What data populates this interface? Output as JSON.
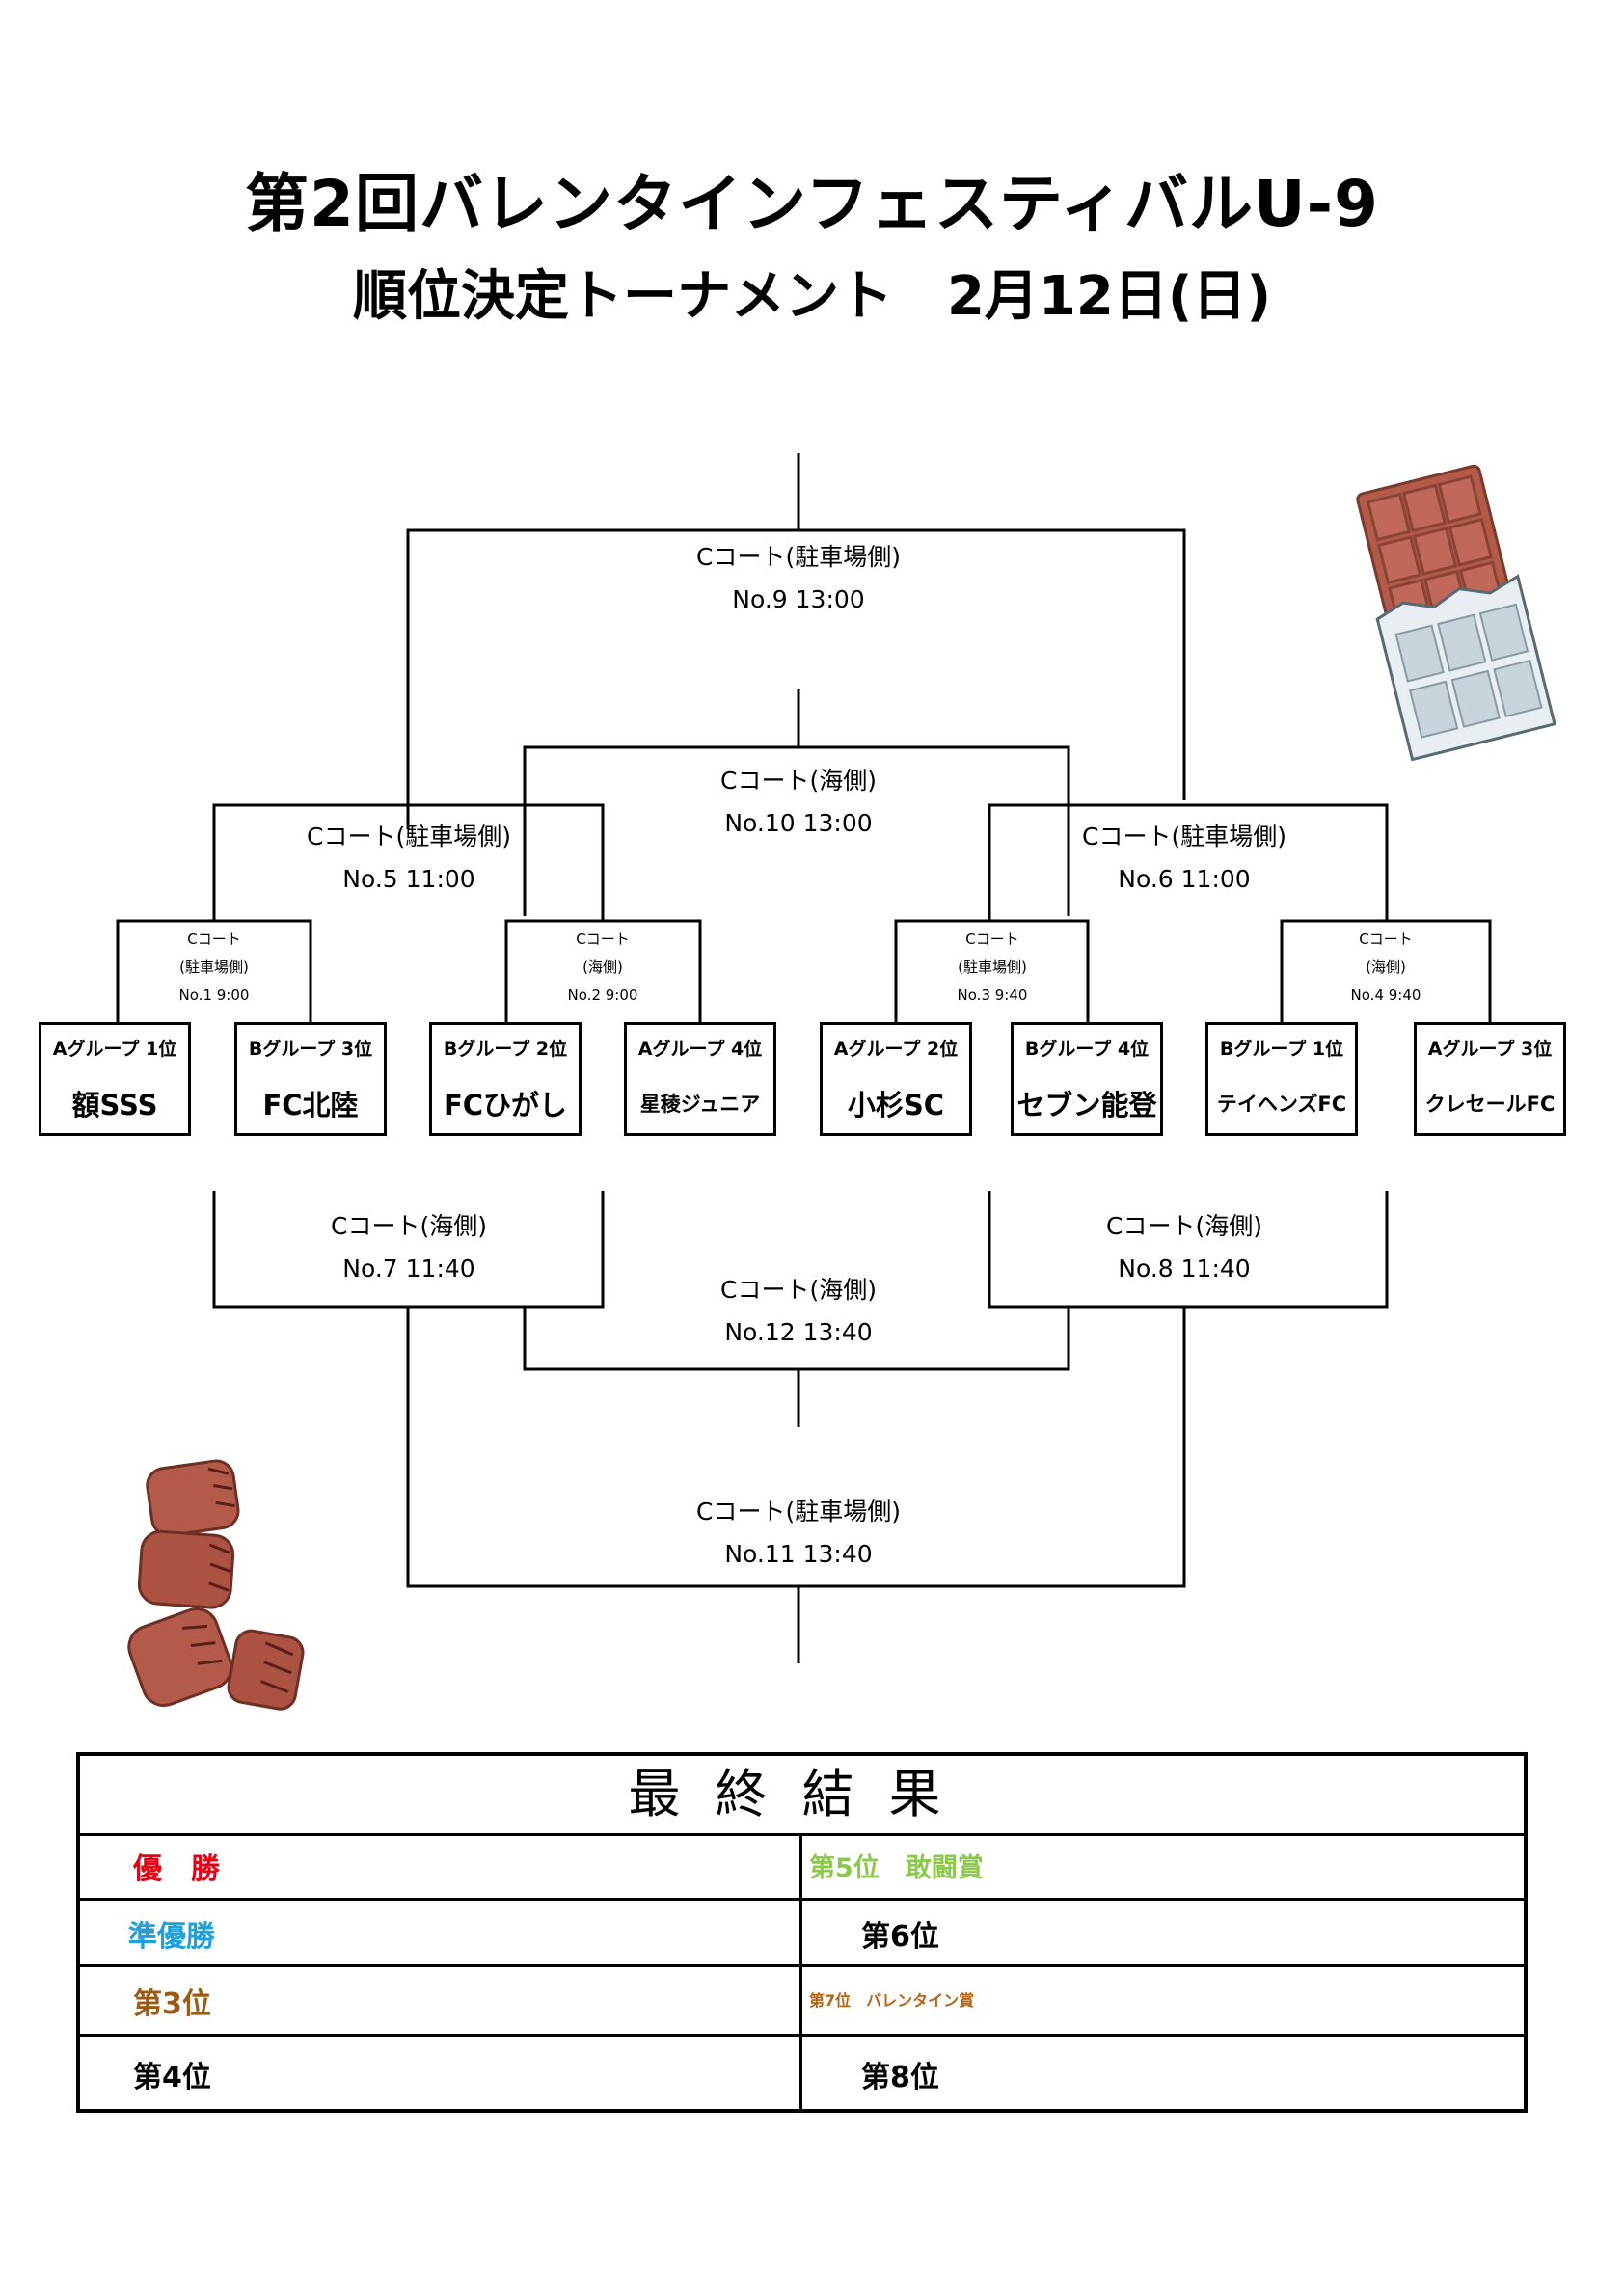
{
  "title": {
    "line1": "第2回バレンタインフェスティバルU-9",
    "line2": "順位決定トーナメント　2月12日(日)"
  },
  "matches": {
    "no1": {
      "court": "Cコート",
      "side": "(駐車場側)",
      "info": "No.1 9:00"
    },
    "no2": {
      "court": "Cコート",
      "side": "(海側)",
      "info": "No.2 9:00"
    },
    "no3": {
      "court": "Cコート",
      "side": "(駐車場側)",
      "info": "No.3 9:40"
    },
    "no4": {
      "court": "Cコート",
      "side": "(海側)",
      "info": "No.4 9:40"
    },
    "no5": {
      "court": "Cコート(駐車場側)",
      "info": "No.5 11:00"
    },
    "no6": {
      "court": "Cコート(駐車場側)",
      "info": "No.6 11:00"
    },
    "no7": {
      "court": "Cコート(海側)",
      "info": "No.7 11:40"
    },
    "no8": {
      "court": "Cコート(海側)",
      "info": "No.8 11:40"
    },
    "no9": {
      "court": "Cコート(駐車場側)",
      "info": "No.9 13:00"
    },
    "no10": {
      "court": "Cコート(海側)",
      "info": "No.10 13:00"
    },
    "no11": {
      "court": "Cコート(駐車場側)",
      "info": "No.11 13:40"
    },
    "no12": {
      "court": "Cコート(海側)",
      "info": "No.12 13:40"
    }
  },
  "teams": [
    {
      "group": "Aグループ 1位",
      "name": "額SSS"
    },
    {
      "group": "Bグループ 3位",
      "name": "FC北陸"
    },
    {
      "group": "Bグループ 2位",
      "name": "FCひがし"
    },
    {
      "group": "Aグループ 4位",
      "name": "星稜ジュニア"
    },
    {
      "group": "Aグループ 2位",
      "name": "小杉SC"
    },
    {
      "group": "Bグループ 4位",
      "name": "セブン能登"
    },
    {
      "group": "Bグループ 1位",
      "name": "テイヘンズFC"
    },
    {
      "group": "Aグループ 3位",
      "name": "クレセールFC"
    }
  ],
  "results": {
    "header": "最終結果",
    "first": "優　勝",
    "second": "準優勝",
    "third": "第3位",
    "fourth": "第4位",
    "fifth": "第5位　敢闘賞",
    "sixth": "第6位",
    "seventh": "第7位　バレンタイン賞",
    "eighth": "第8位"
  },
  "colors": {
    "first": "#e60012",
    "second": "#1ea0dc",
    "third": "#9c5a14",
    "fifth": "#8cc84b",
    "seventh": "#b8630f",
    "chocolate": "#b45a4a"
  },
  "icons": [
    "chocolate-bar-icon",
    "chocolate-pieces-icon"
  ]
}
